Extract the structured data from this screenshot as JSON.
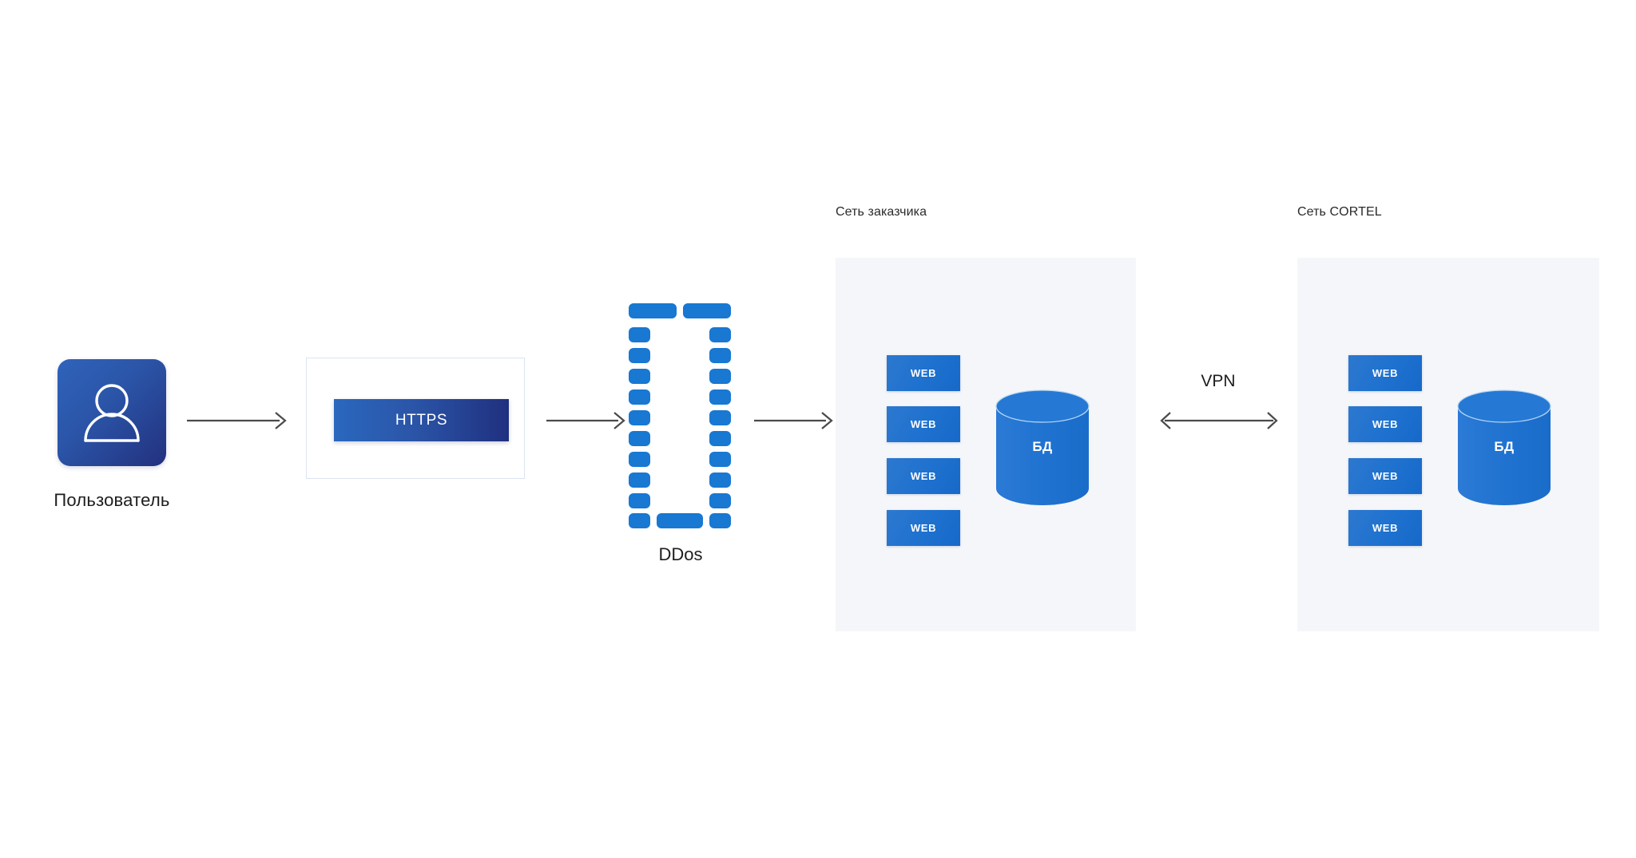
{
  "diagram": {
    "title_none": "",
    "nodes": {
      "user": {
        "icon": "user-avatar-icon",
        "label": "Пользователь"
      },
      "https": {
        "label": "HTTPS"
      },
      "ddos": {
        "label": "DDos",
        "icon": "firewall-blocks-icon"
      },
      "vpn": {
        "label": "VPN"
      }
    },
    "panels": [
      {
        "id": "customer-network",
        "title": "Сеть заказчика",
        "web_servers": [
          "WEB",
          "WEB",
          "WEB",
          "WEB"
        ],
        "database": {
          "label": "БД"
        }
      },
      {
        "id": "cortel-network",
        "title": "Сеть CORTEL",
        "web_servers": [
          "WEB",
          "WEB",
          "WEB",
          "WEB"
        ],
        "database": {
          "label": "БД"
        }
      }
    ],
    "connections": [
      {
        "from": "user",
        "to": "https",
        "direction": "right"
      },
      {
        "from": "https",
        "to": "ddos",
        "direction": "right"
      },
      {
        "from": "ddos",
        "to": "customer-network",
        "direction": "right"
      },
      {
        "from": "customer-network",
        "to": "cortel-network",
        "direction": "both",
        "label": "VPN"
      }
    ]
  },
  "colors": {
    "accent_blue": "#1878d2",
    "web_blue": "#1f72cf",
    "deep_navy": "#23307e",
    "panel_bg": "#f5f6f9",
    "arrow_gray": "#4a4a4a",
    "text_dark": "#1d1d1f"
  }
}
